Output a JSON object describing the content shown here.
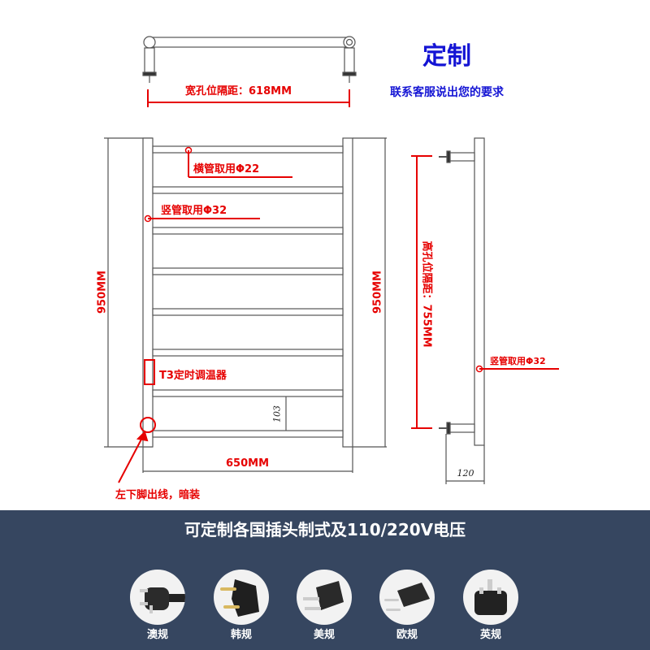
{
  "header": {
    "title": "定制",
    "subtitle": "联系客服说出您的要求",
    "accent_color": "#1414d4"
  },
  "top_view": {
    "width_hole_label": "宽孔位隔距：618MM"
  },
  "front_view": {
    "horizontal_tube_label": "横管取用Φ22",
    "vertical_tube_label": "竖管取用Φ32",
    "thermostat_label": "T3定时调温器",
    "wire_outlet_label": "左下脚出线，暗装",
    "width_label": "650MM",
    "height_left_label": "950MM",
    "height_right_label": "950MM",
    "spacing_label": "103",
    "bar_count": 8
  },
  "side_view": {
    "hole_height_label": "高孔位隔距：755MM",
    "vertical_tube_label": "竖管取用Φ32",
    "depth_label": "120"
  },
  "banner": {
    "title": "可定制各国插头制式及110/220V电压",
    "background": "#364660",
    "plugs": [
      {
        "label": "澳规",
        "icon": "au-plug-icon"
      },
      {
        "label": "韩规",
        "icon": "kr-plug-icon"
      },
      {
        "label": "美规",
        "icon": "us-plug-icon"
      },
      {
        "label": "欧规",
        "icon": "eu-plug-icon"
      },
      {
        "label": "英规",
        "icon": "uk-plug-icon"
      }
    ]
  },
  "colors": {
    "dimension_red": "#e60000",
    "line_gray": "#555555"
  }
}
